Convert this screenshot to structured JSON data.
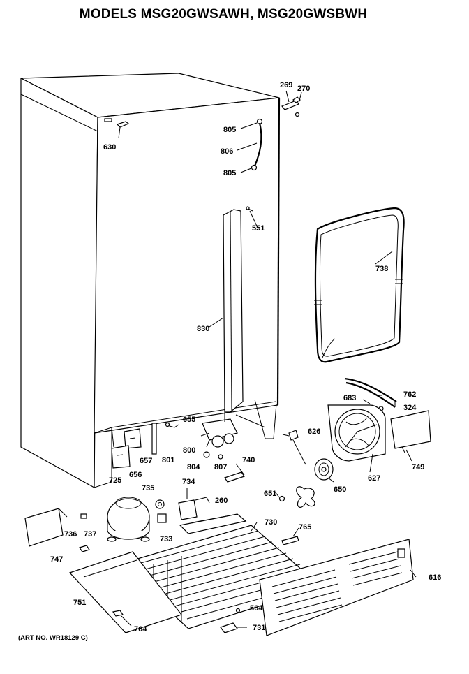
{
  "title": "MODELS MSG20GWSAWH, MSG20GWSBWH",
  "art_number": "(ART NO. WR18129 C)",
  "labels": [
    {
      "id": "269",
      "text": "269"
    },
    {
      "id": "270",
      "text": "270"
    },
    {
      "id": "630",
      "text": "630"
    },
    {
      "id": "805a",
      "text": "805"
    },
    {
      "id": "806",
      "text": "806"
    },
    {
      "id": "805b",
      "text": "805"
    },
    {
      "id": "551",
      "text": "551"
    },
    {
      "id": "738",
      "text": "738"
    },
    {
      "id": "830",
      "text": "830"
    },
    {
      "id": "762",
      "text": "762"
    },
    {
      "id": "683",
      "text": "683"
    },
    {
      "id": "324",
      "text": "324"
    },
    {
      "id": "655",
      "text": "655"
    },
    {
      "id": "626",
      "text": "626"
    },
    {
      "id": "800",
      "text": "800"
    },
    {
      "id": "657",
      "text": "657"
    },
    {
      "id": "801",
      "text": "801"
    },
    {
      "id": "656",
      "text": "656"
    },
    {
      "id": "804",
      "text": "804"
    },
    {
      "id": "807",
      "text": "807"
    },
    {
      "id": "740",
      "text": "740"
    },
    {
      "id": "627",
      "text": "627"
    },
    {
      "id": "749",
      "text": "749"
    },
    {
      "id": "725",
      "text": "725"
    },
    {
      "id": "735",
      "text": "735"
    },
    {
      "id": "734",
      "text": "734"
    },
    {
      "id": "650",
      "text": "650"
    },
    {
      "id": "651",
      "text": "651"
    },
    {
      "id": "260",
      "text": "260"
    },
    {
      "id": "730",
      "text": "730"
    },
    {
      "id": "765",
      "text": "765"
    },
    {
      "id": "736",
      "text": "736"
    },
    {
      "id": "737",
      "text": "737"
    },
    {
      "id": "733",
      "text": "733"
    },
    {
      "id": "747",
      "text": "747"
    },
    {
      "id": "616",
      "text": "616"
    },
    {
      "id": "751",
      "text": "751"
    },
    {
      "id": "564",
      "text": "564"
    },
    {
      "id": "764",
      "text": "764"
    },
    {
      "id": "731",
      "text": "731"
    }
  ]
}
